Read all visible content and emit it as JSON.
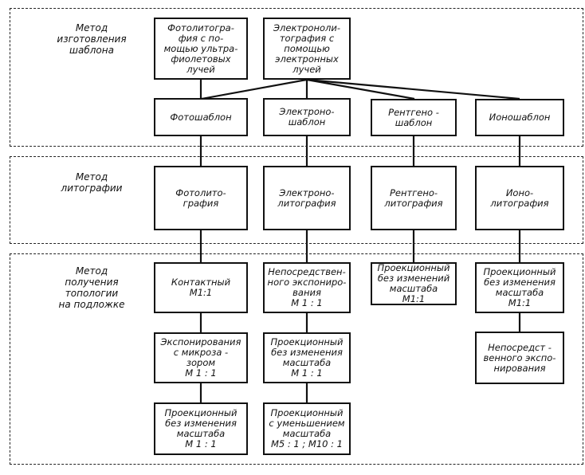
{
  "sections": [
    {
      "label": "Метод\nизготовления\nшаблона"
    },
    {
      "label": "Метод\nлитографии"
    },
    {
      "label": "Метод\nполучения\nтопологии\nна подложке"
    }
  ],
  "nodes": {
    "photo_uv": "Фотолитогра-\nфия с по-\nмощью ультра-\nфиолетовых\nлучей",
    "electron_beam": "Электроноли-\nтография с\nпомощью\nэлектронных\nлучей",
    "photomask": "Фотошаблон",
    "electron_mask": "Электроно-\nшаблон",
    "xray_mask": "Рентгено -\nшаблон",
    "ion_mask": "Ионошаблон",
    "photolitho": "Фотолито-\nграфия",
    "electronlitho": "Электроно-\nлитография",
    "xraylitho": "Рентгено-\nлитография",
    "ionlitho": "Ионо-\nлитография",
    "contact": "Контактный\nМ1:1",
    "direct_exposure_e": "Непосредствен-\nного экспониро-\nвания\nМ 1 : 1",
    "proj_xray": "Проекционный\nбез изменений\nмасштаба\nМ1:1",
    "proj_ion": "Проекционный\nбез изменения\nмасштаба\nМ1:1",
    "micro_gap": "Экспонирования\nс микроза -\nзором\nМ 1 : 1",
    "proj_e_1": "Проекционный\nбез изменения\nмасштаба\nМ 1 : 1",
    "direct_exposure_ion": "Непосредст -\nвенного экспо-\nнирования",
    "proj_photo": "Проекционный\nбез изменения\nмасштаба\nМ 1 : 1",
    "proj_reduce": "Проекционный\nс уменьшением\nмасштаба\nМ5 : 1 ; М10 : 1"
  },
  "edges": [
    [
      "photo_uv",
      "photomask"
    ],
    [
      "electron_beam",
      "photomask"
    ],
    [
      "electron_beam",
      "electron_mask"
    ],
    [
      "electron_beam",
      "xray_mask"
    ],
    [
      "electron_beam",
      "ion_mask"
    ],
    [
      "photomask",
      "photolitho"
    ],
    [
      "electron_mask",
      "electronlitho"
    ],
    [
      "xray_mask",
      "xraylitho"
    ],
    [
      "ion_mask",
      "ionlitho"
    ],
    [
      "photolitho",
      "contact"
    ],
    [
      "electronlitho",
      "direct_exposure_e"
    ],
    [
      "xraylitho",
      "proj_xray"
    ],
    [
      "ionlitho",
      "proj_ion"
    ],
    [
      "contact",
      "micro_gap"
    ],
    [
      "direct_exposure_e",
      "proj_e_1"
    ],
    [
      "proj_ion",
      "direct_exposure_ion"
    ],
    [
      "micro_gap",
      "proj_photo"
    ],
    [
      "proj_e_1",
      "proj_reduce"
    ]
  ]
}
